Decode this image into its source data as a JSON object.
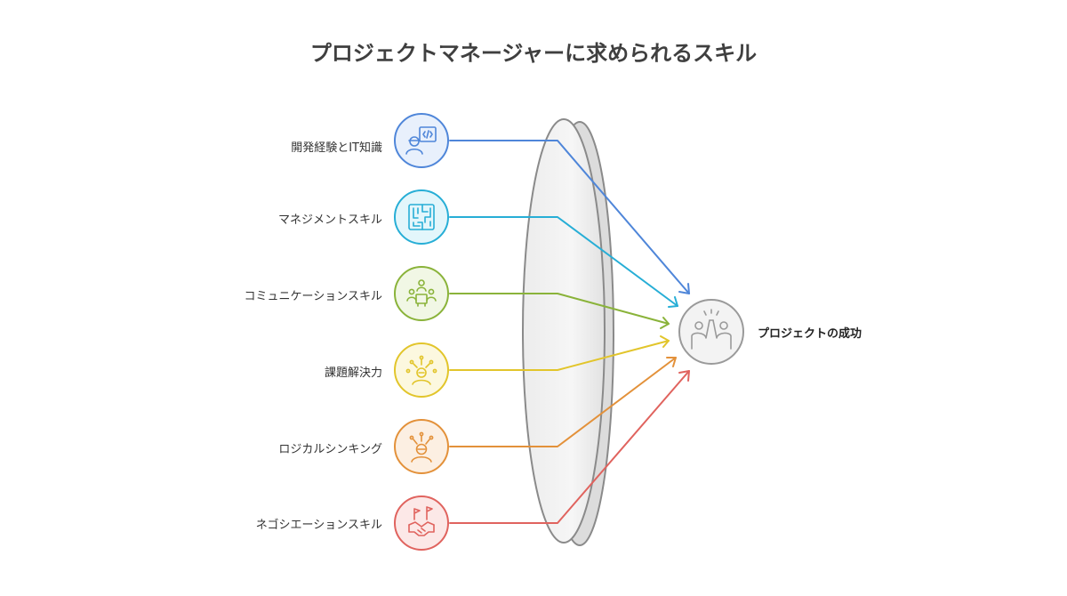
{
  "title": "プロジェクトマネージャーに求められるスキル",
  "skills": [
    {
      "label": "開発経験とIT知識",
      "icon": "developer-code-icon",
      "color": "#4f86d9",
      "fill": "#e8f0fc"
    },
    {
      "label": "マネジメントスキル",
      "icon": "maze-icon",
      "color": "#27aed6",
      "fill": "#e3f6fb"
    },
    {
      "label": "コミュニケーションスキル",
      "icon": "meeting-icon",
      "color": "#8ab33a",
      "fill": "#f1f7e5"
    },
    {
      "label": "課題解決力",
      "icon": "idea-person-icon",
      "color": "#e2c52b",
      "fill": "#fcf8df"
    },
    {
      "label": "ロジカルシンキング",
      "icon": "thinking-person-icon",
      "color": "#e3913a",
      "fill": "#fcefe2"
    },
    {
      "label": "ネゴシエーションスキル",
      "icon": "handshake-icon",
      "color": "#e0635e",
      "fill": "#fce8e7"
    }
  ],
  "goal": {
    "label": "プロジェクトの成功",
    "icon": "high-five-icon",
    "color": "#9a9a9a",
    "fill": "#f3f3f3"
  }
}
